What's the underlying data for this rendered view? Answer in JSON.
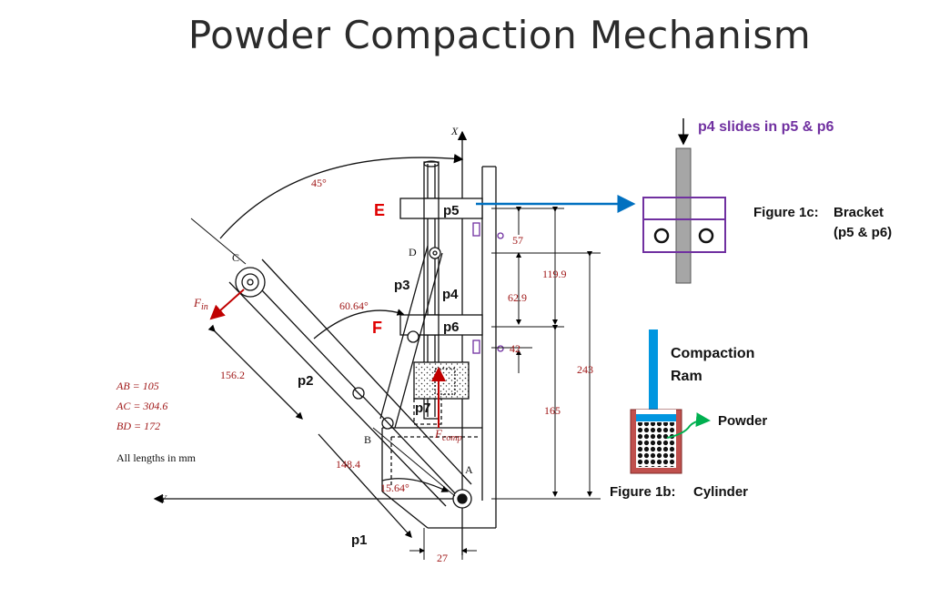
{
  "title": "Powder Compaction Mechanism",
  "axes": {
    "x": "X",
    "y": "Y"
  },
  "angles": {
    "top": "45°",
    "p3": "60.64°",
    "bottom": "15.64°"
  },
  "points": {
    "A": "A",
    "B": "B",
    "C": "C",
    "D": "D"
  },
  "forces": {
    "fin": "F",
    "fin_sub": "in",
    "fcomp": "F",
    "fcomp_sub": "comp"
  },
  "parts": {
    "p1": "p1",
    "p2": "p2",
    "p3": "p3",
    "p4": "p4",
    "p5": "p5",
    "p6": "p6",
    "p7": "p7"
  },
  "letters": {
    "E": "E",
    "F": "F"
  },
  "dimensions": {
    "d57": "57",
    "d119_9": "119.9",
    "d62_9": "62.9",
    "d42": "42",
    "d243": "243",
    "d165": "165",
    "d156_2": "156.2",
    "d148_4": "148.4",
    "d27": "27"
  },
  "lengths": [
    "AB = 105",
    "AC = 304.6",
    "BD = 172"
  ],
  "units_note": "All lengths in mm",
  "fig1c": {
    "top_label": "p4 slides in p5 & p6",
    "caption": "Figure 1c:",
    "name": "Bracket",
    "sub": "(p5 & p6)"
  },
  "fig1b": {
    "ram_label_1": "Compaction",
    "ram_label_2": "Ram",
    "powder_label": "Powder",
    "caption": "Figure 1b:",
    "name": "Cylinder"
  },
  "colors": {
    "red": "#c00000",
    "dimred": "#a01818",
    "purple": "#7030a0",
    "blue": "#0070c0",
    "cyl": "#c0504d",
    "ram": "#0096e0",
    "green": "#00b050"
  }
}
